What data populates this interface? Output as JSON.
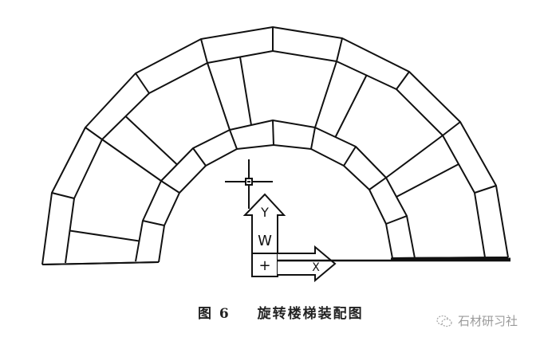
{
  "figure": {
    "caption_number": "图 6",
    "caption_title": "旋转楼梯装配图",
    "description": "Semicircular arch of stair tread segments with UCS coordinate icon",
    "line_color": "#111111",
    "background": "#ffffff",
    "ucs_icon": {
      "y_label": "Y",
      "w_label": "W",
      "x_label": "X",
      "origin_mark": "+"
    },
    "rings": {
      "outer": [
        [
          53,
          332
        ],
        [
          65,
          242
        ],
        [
          107,
          160
        ],
        [
          170,
          92
        ],
        [
          252,
          49
        ],
        [
          342,
          34
        ],
        [
          429,
          48
        ],
        [
          513,
          90
        ],
        [
          577,
          153
        ],
        [
          622,
          233
        ],
        [
          637,
          323
        ]
      ],
      "ring2": [
        [
          82,
          330
        ],
        [
          93,
          249
        ],
        [
          128,
          175
        ],
        [
          187,
          117
        ],
        [
          260,
          79
        ],
        [
          342,
          64
        ],
        [
          422,
          77
        ],
        [
          497,
          112
        ],
        [
          555,
          170
        ],
        [
          595,
          242
        ],
        [
          608,
          323
        ]
      ],
      "ring3": [
        [
          170,
          328
        ],
        [
          179,
          277
        ],
        [
          202,
          227
        ],
        [
          242,
          186
        ],
        [
          288,
          163
        ],
        [
          342,
          151
        ],
        [
          395,
          160
        ],
        [
          446,
          184
        ],
        [
          484,
          223
        ],
        [
          510,
          271
        ],
        [
          520,
          324
        ]
      ],
      "inner": [
        [
          199,
          329
        ],
        [
          206,
          283
        ],
        [
          225,
          242
        ],
        [
          258,
          208
        ],
        [
          297,
          187
        ],
        [
          343,
          182
        ],
        [
          390,
          187
        ],
        [
          431,
          208
        ],
        [
          463,
          238
        ],
        [
          484,
          281
        ],
        [
          492,
          324
        ]
      ]
    }
  },
  "watermark": {
    "icon": "wechat-icon",
    "text": "石材研习社"
  }
}
